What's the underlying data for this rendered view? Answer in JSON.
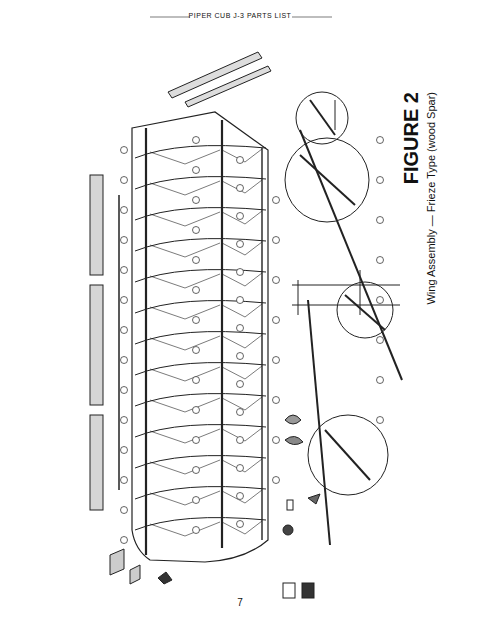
{
  "diagram": {
    "title": "FIGURE 2",
    "caption": "Wing Assembly — Frieze Type (wood Spar)",
    "labels": [
      "PIPER CUB J-3 PARTS LIST",
      "7"
    ]
  }
}
